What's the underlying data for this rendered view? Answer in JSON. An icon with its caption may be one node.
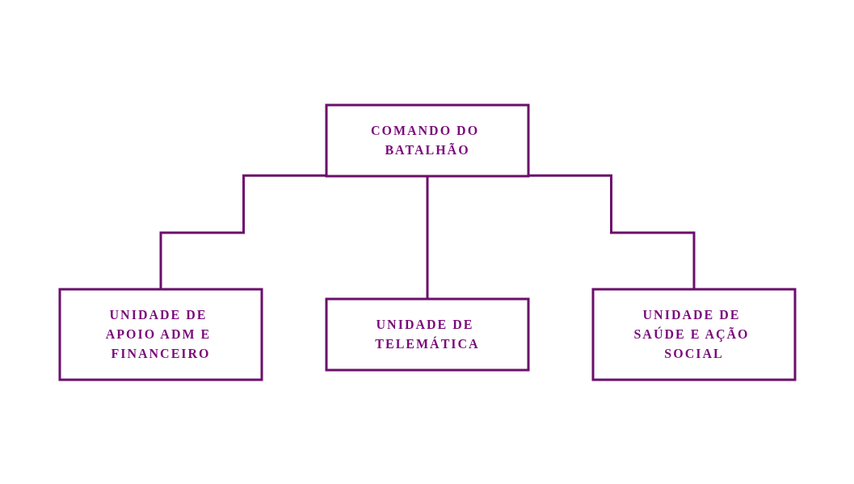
{
  "diagram": {
    "nodes": [
      {
        "text": [
          "COMANDO DO BATALHÃO"
        ]
      },
      {
        "text": [
          "UNIDADE DE APOIO ADM E FINANCEIRO"
        ]
      },
      {
        "text": [
          "UNIDADE DE TELEMÁTICA"
        ]
      },
      {
        "text": [
          "UNIDADE DE SAÚDE E AÇÃO SOCIAL"
        ]
      }
    ],
    "edges": [
      {
        "from": 0,
        "to": 1,
        "arrow": "none"
      },
      {
        "from": 0,
        "to": 2,
        "arrow": "none"
      },
      {
        "from": 0,
        "to": 3,
        "arrow": "none"
      }
    ]
  }
}
